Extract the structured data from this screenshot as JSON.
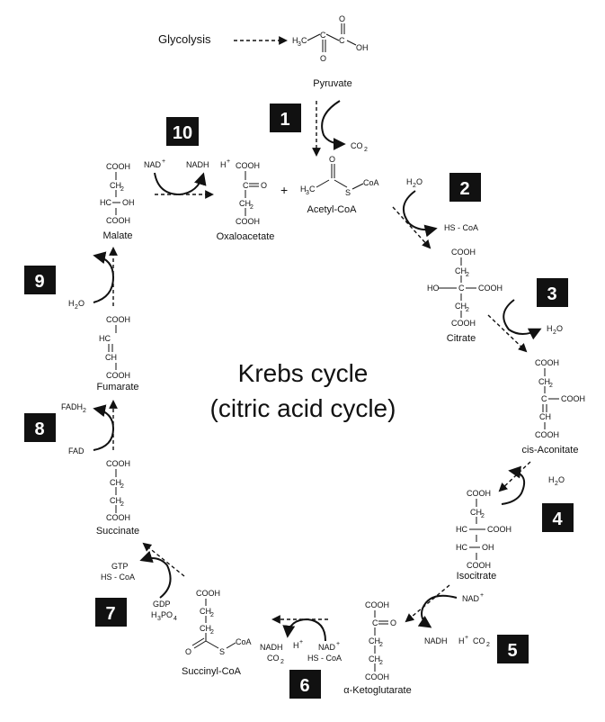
{
  "title_line1": "Krebs cycle",
  "title_line2": "(citric acid cycle)",
  "glycolysis": "Glycolysis",
  "steps": [
    "1",
    "2",
    "3",
    "4",
    "5",
    "6",
    "7",
    "8",
    "9",
    "10"
  ],
  "molecules": {
    "pyruvate": "Pyruvate",
    "acetyl_coa": "Acetyl-CoA",
    "oxaloacetate": "Oxaloacetate",
    "citrate": "Citrate",
    "cis_aconitate": "cis-Aconitate",
    "isocitrate": "Isocitrate",
    "ketoglutarate": "α-Ketoglutarate",
    "succinyl_coa": "Succinyl-CoA",
    "succinate": "Succinate",
    "fumarate": "Fumarate",
    "malate": "Malate"
  },
  "cofactors": {
    "co2": "CO",
    "h2o": "H",
    "hs_coa": "HS - CoA",
    "nad": "NAD",
    "nadh": "NADH",
    "h": "H",
    "gtp": "GTP",
    "gdp": "GDP",
    "h3po4_h": "H",
    "h3po4_po": "PO",
    "fad": "FAD",
    "fadh": "FADH",
    "plus": "+"
  },
  "groups": {
    "cooh": "COOH",
    "ch2": "CH",
    "ho": "HO",
    "oh": "OH",
    "hc": "HC",
    "ch": "CH",
    "c": "C",
    "o": "O",
    "h3c": "H",
    "s": "S",
    "coa": "CoA"
  }
}
